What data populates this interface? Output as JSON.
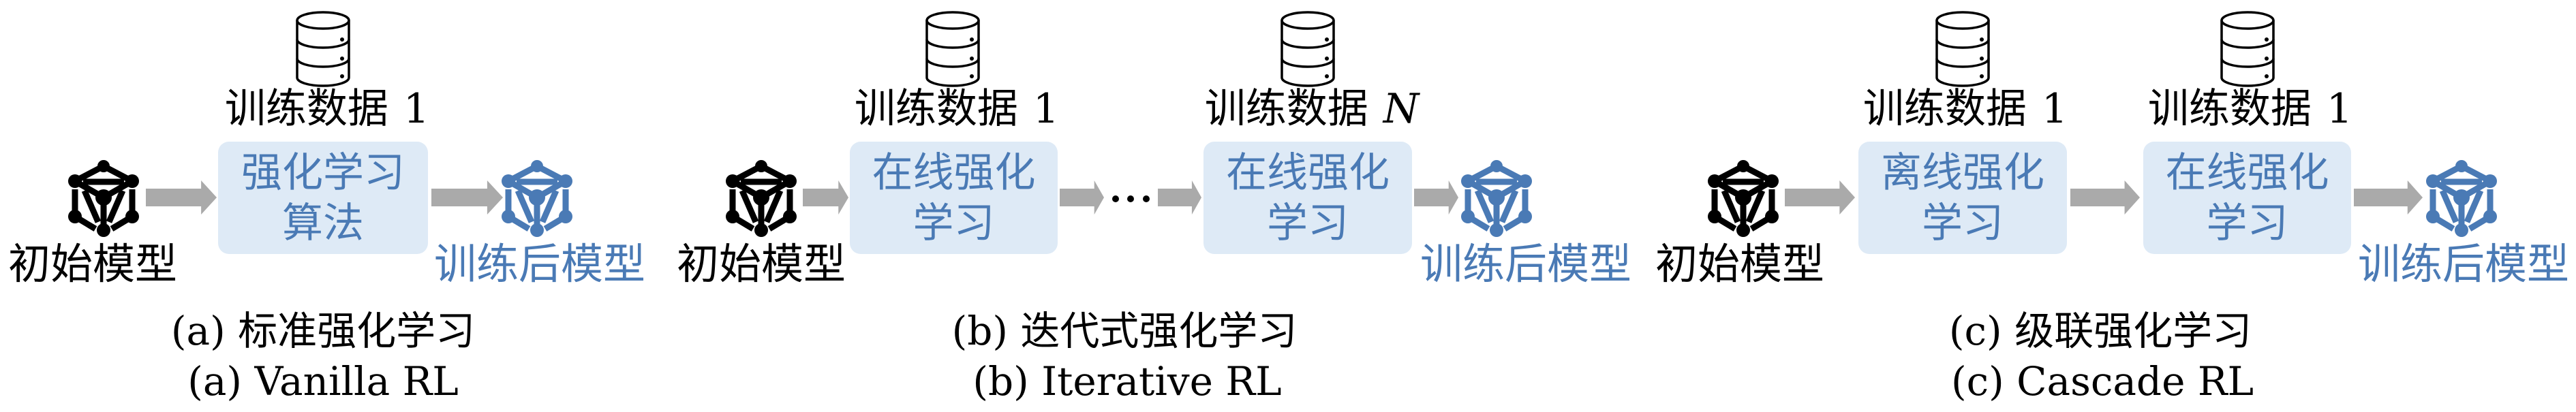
{
  "colors": {
    "box_fill": "#deeaf6",
    "box_text": "#4a7ab5",
    "arrow": "#aaaaaa",
    "initial_model_icon": "#000000",
    "trained_model_icon": "#4a7ab5",
    "trained_label": "#4a7ab5"
  },
  "icons": {
    "model": "neural-network-model-icon",
    "data": "database-icon",
    "flow": "right-arrow",
    "continuation": "ellipsis"
  },
  "panels": [
    {
      "id": "a",
      "initial_model_label": "初始模型",
      "trained_model_label": "训练后模型",
      "stages": [
        {
          "box_lines": [
            "强化学习",
            "算法"
          ],
          "data_label": "训练数据",
          "data_index": "1",
          "data_index_italic": false
        }
      ],
      "caption_zh": "(a) 标准强化学习",
      "caption_en": "(a) Vanilla RL"
    },
    {
      "id": "b",
      "initial_model_label": "初始模型",
      "trained_model_label": "训练后模型",
      "stages": [
        {
          "box_lines": [
            "在线强化",
            "学习"
          ],
          "data_label": "训练数据",
          "data_index": "1",
          "data_index_italic": false
        },
        {
          "box_lines": [
            "在线强化",
            "学习"
          ],
          "data_label": "训练数据",
          "data_index": "N",
          "data_index_italic": true
        }
      ],
      "ellipsis": "···",
      "caption_zh": "(b) 迭代式强化学习",
      "caption_en": "(b) Iterative RL"
    },
    {
      "id": "c",
      "initial_model_label": "初始模型",
      "trained_model_label": "训练后模型",
      "stages": [
        {
          "box_lines": [
            "离线强化",
            "学习"
          ],
          "data_label": "训练数据",
          "data_index": "1",
          "data_index_italic": false
        },
        {
          "box_lines": [
            "在线强化",
            "学习"
          ],
          "data_label": "训练数据",
          "data_index": "1",
          "data_index_italic": false
        }
      ],
      "caption_zh": "(c) 级联强化学习",
      "caption_en": "(c) Cascade RL"
    }
  ]
}
